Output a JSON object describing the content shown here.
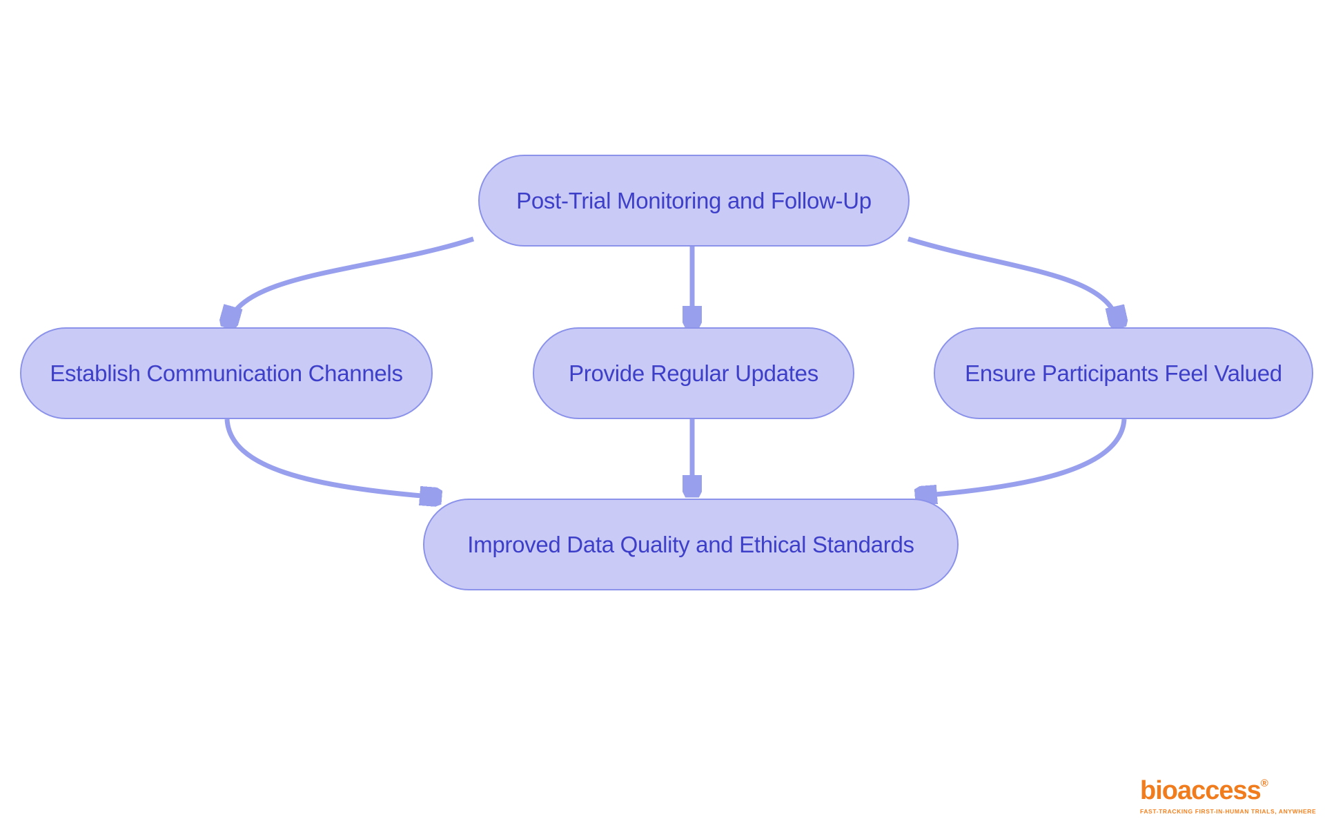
{
  "diagram": {
    "type": "flowchart",
    "nodes": [
      {
        "id": "post-trial-monitoring",
        "label": "Post-Trial Monitoring and Follow-Up"
      },
      {
        "id": "establish-communication",
        "label": "Establish Communication Channels"
      },
      {
        "id": "provide-regular-updates",
        "label": "Provide Regular Updates"
      },
      {
        "id": "ensure-participants-valued",
        "label": "Ensure Participants Feel Valued"
      },
      {
        "id": "improved-data-quality",
        "label": "Improved Data Quality and Ethical Standards"
      }
    ],
    "edges": [
      {
        "from": "post-trial-monitoring",
        "to": "establish-communication"
      },
      {
        "from": "post-trial-monitoring",
        "to": "provide-regular-updates"
      },
      {
        "from": "post-trial-monitoring",
        "to": "ensure-participants-valued"
      },
      {
        "from": "establish-communication",
        "to": "improved-data-quality"
      },
      {
        "from": "provide-regular-updates",
        "to": "improved-data-quality"
      },
      {
        "from": "ensure-participants-valued",
        "to": "improved-data-quality"
      }
    ],
    "colors": {
      "node_fill": "#c9caf6",
      "node_border": "#8b92e9",
      "node_text": "#3d3fc8",
      "arrow_line": "#98a0ee",
      "arrowhead": "#8d95ec",
      "background": "#ffffff"
    }
  },
  "logo": {
    "wordmark": "bioaccess",
    "registered_mark": "®",
    "tagline": "FAST-TRACKING FIRST-IN-HUMAN TRIALS, ANYWHERE",
    "brand_color": "#f07c1e"
  }
}
